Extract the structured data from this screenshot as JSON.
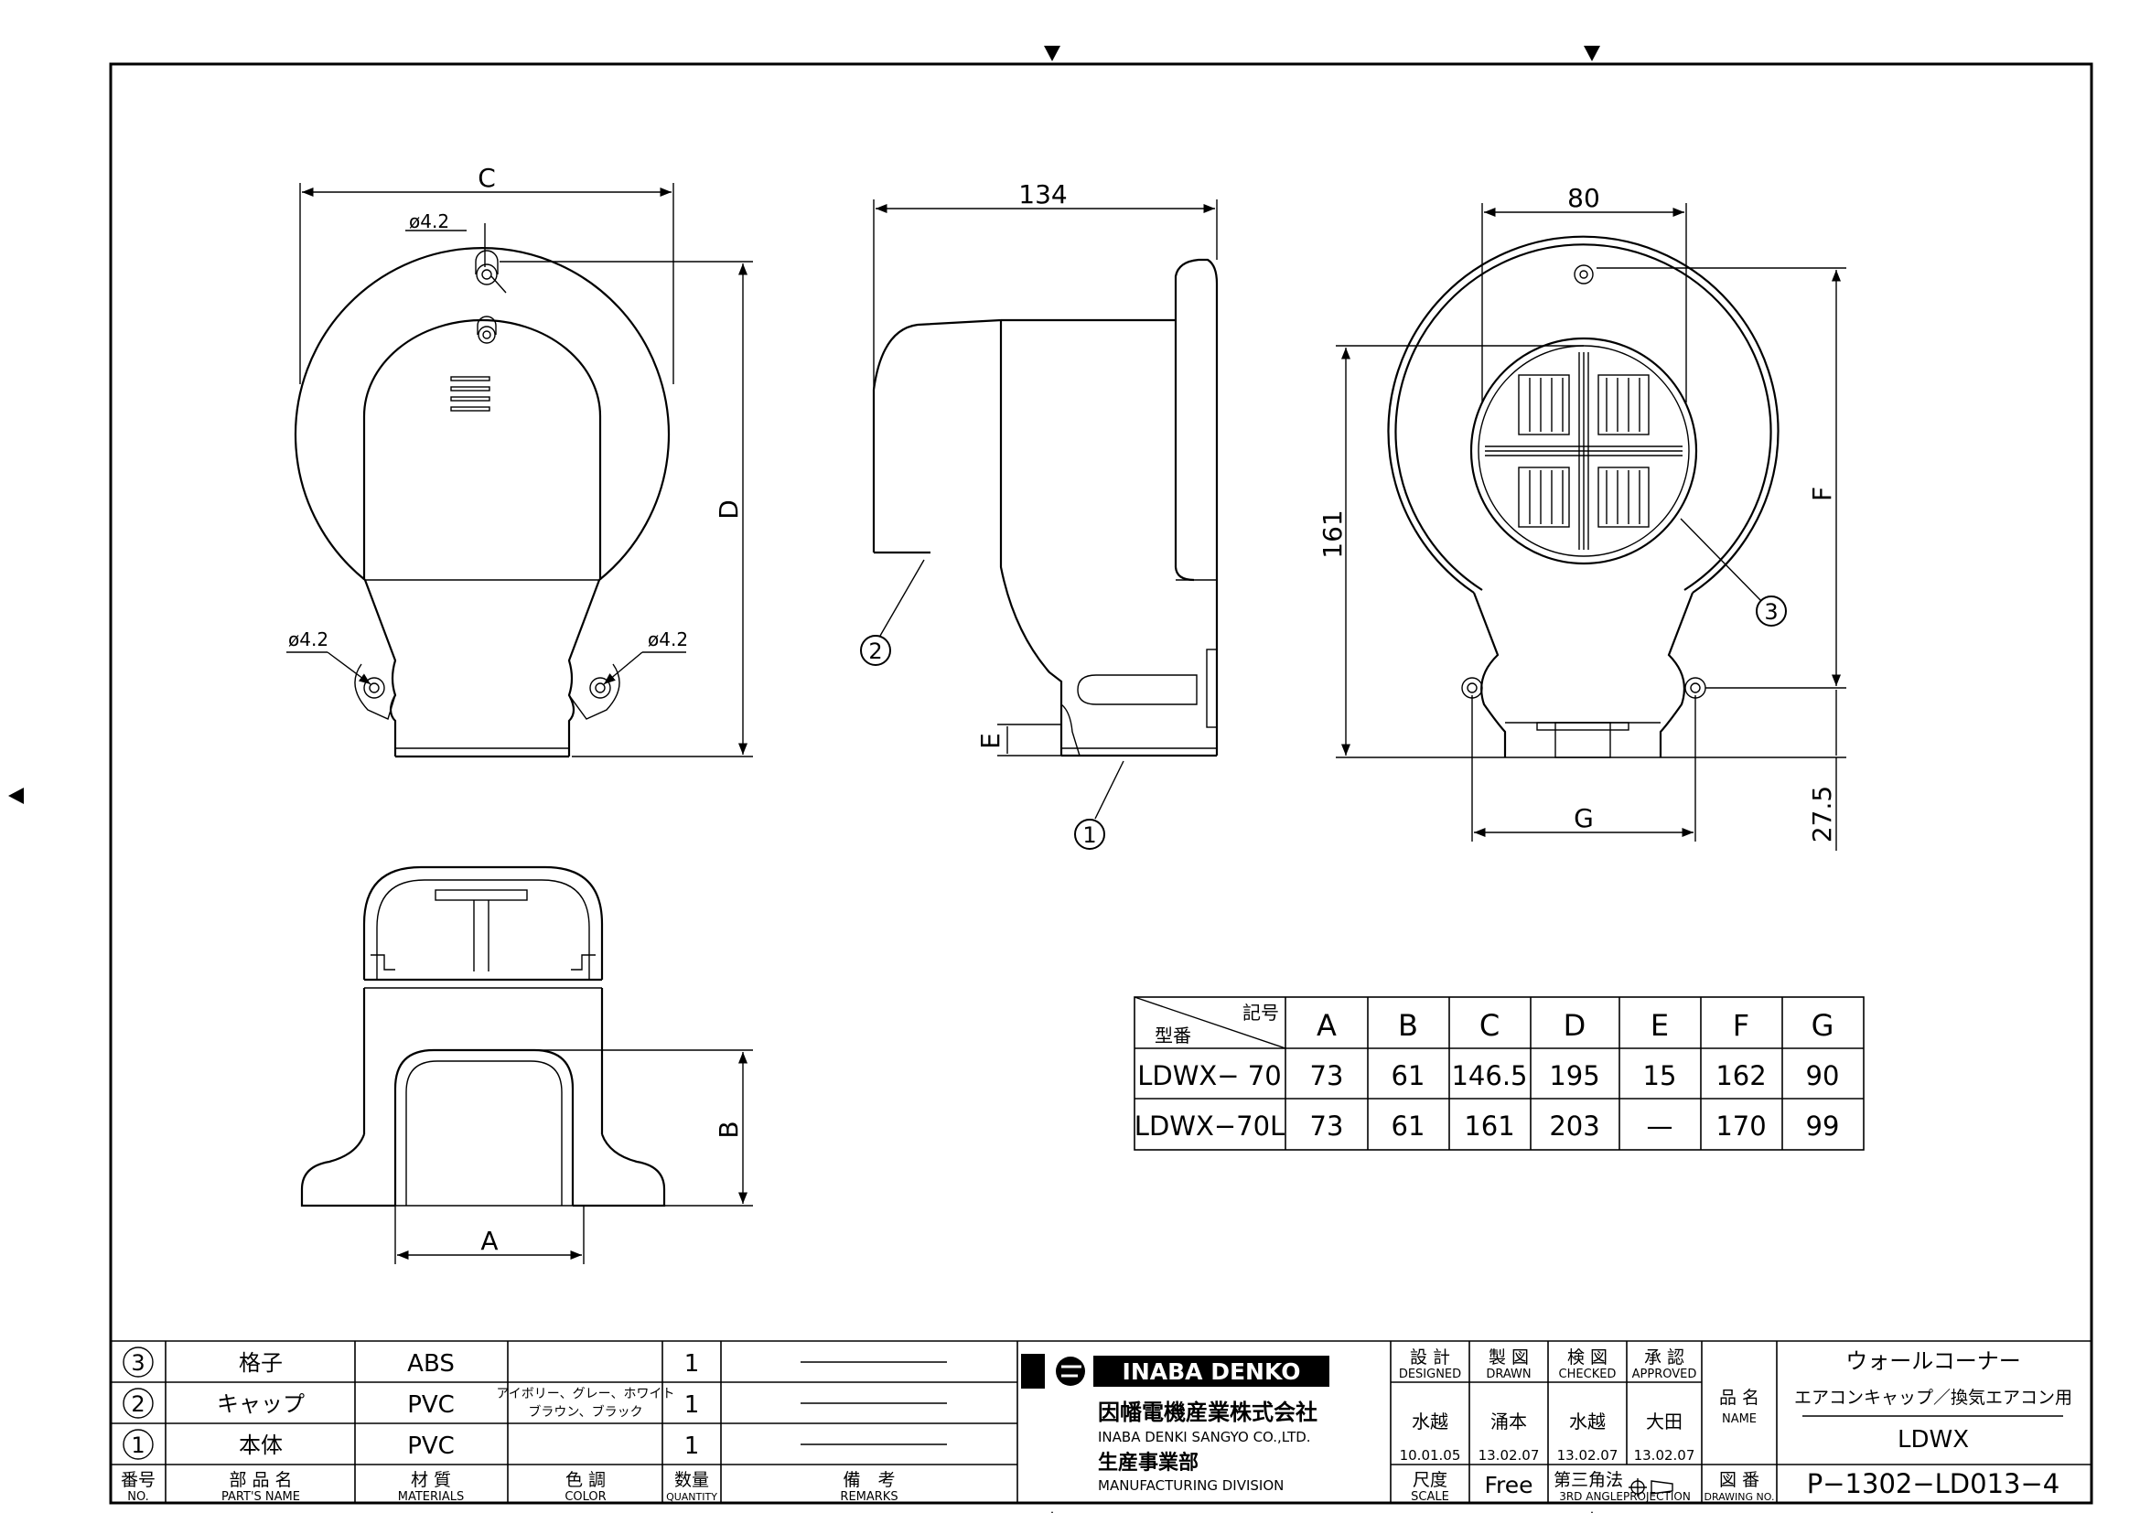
{
  "view_labels": {
    "dim_c": "C",
    "dim_d": "D",
    "dim_134": "134",
    "dim_e": "E",
    "dim_80": "80",
    "dim_161": "161",
    "dim_f": "F",
    "dim_g": "G",
    "dim_275": "27.5",
    "dim_a": "A",
    "dim_b": "B",
    "hole_top": "ø4.2",
    "hole_left": "ø4.2",
    "hole_right": "ø4.2",
    "callout_1": "1",
    "callout_2": "2",
    "callout_3": "3"
  },
  "dimension_table": {
    "header_corner_top": "記号",
    "header_corner_bottom": "型番",
    "columns": [
      "A",
      "B",
      "C",
      "D",
      "E",
      "F",
      "G"
    ],
    "rows": [
      {
        "model": "LDWX− 70",
        "values": [
          "73",
          "61",
          "146.5",
          "195",
          "15",
          "162",
          "90"
        ]
      },
      {
        "model": "LDWX−70L",
        "values": [
          "73",
          "61",
          "161",
          "203",
          "—",
          "170",
          "99"
        ]
      }
    ]
  },
  "parts_list": {
    "rows": [
      {
        "no": "3",
        "name": "格子",
        "material": "ABS",
        "qty": "1"
      },
      {
        "no": "2",
        "name": "キャップ",
        "material": "PVC",
        "qty": "1"
      },
      {
        "no": "1",
        "name": "本体",
        "material": "PVC",
        "qty": "1"
      }
    ],
    "color_line1": "アイボリー、グレー、ホワイト",
    "color_line2": "ブラウン、ブラック",
    "header": {
      "no_jp": "番号",
      "no_en": "NO.",
      "name_jp": "部 品 名",
      "name_en": "PART'S NAME",
      "material_jp": "材 質",
      "material_en": "MATERIALS",
      "color_jp": "色 調",
      "color_en": "COLOR",
      "qty_jp": "数量",
      "qty_en": "QUANTITY",
      "remarks_jp": "備　考",
      "remarks_en": "REMARKS"
    }
  },
  "title_block": {
    "company_banner": "INABA DENKO",
    "company_jp": "因幡電機産業株式会社",
    "company_en": "INABA DENKI SANGYO CO.,LTD.",
    "division_jp": "生産事業部",
    "division_en": "MANUFACTURING DIVISION",
    "designed_jp": "設 計",
    "designed_en": "DESIGNED",
    "drawn_jp": "製 図",
    "drawn_en": "DRAWN",
    "checked_jp": "検 図",
    "checked_en": "CHECKED",
    "approved_jp": "承 認",
    "approved_en": "APPROVED",
    "designed_by": "水越",
    "drawn_by": "涌本",
    "checked_by": "水越",
    "approved_by": "大田",
    "designed_date": "10.01.05",
    "drawn_date": "13.02.07",
    "checked_date": "13.02.07",
    "approved_date": "13.02.07",
    "scale_jp": "尺度",
    "scale_en": "SCALE",
    "scale_value": "Free",
    "projection_jp": "第三角法",
    "projection_en": "3RD ANGLEPROJECTION",
    "name_jp": "品 名",
    "name_en": "NAME",
    "product_title": "ウォールコーナー",
    "product_subtitle": "エアコンキャップ／換気エアコン用",
    "product_code": "LDWX",
    "drawing_no_jp": "図 番",
    "drawing_no_en": "DRAWING NO.",
    "drawing_no": "P−1302−LD013−4"
  },
  "colors": {
    "line": "#000000",
    "paper": "#ffffff"
  }
}
